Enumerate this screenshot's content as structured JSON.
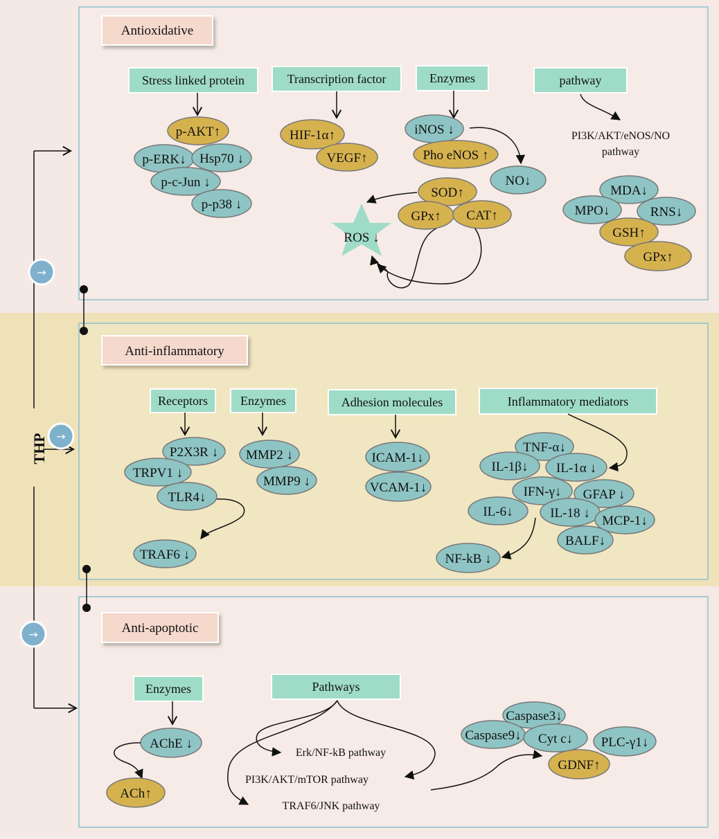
{
  "colors": {
    "teal_oval": "#8fc4c4",
    "gold_oval": "#d6b24f",
    "header_box": "#9fdcc7",
    "title_box": "#f4d9cc",
    "panel_border": "#8ebfcf",
    "inflam_band": "#efe2b8",
    "background": "#f5e9e5"
  },
  "thp_label": "THP",
  "antioxidative": {
    "title": "Antioxidative",
    "headers": {
      "stress": "Stress linked protein",
      "transcription": "Transcription factor",
      "enzymes": "Enzymes",
      "pathway": "pathway"
    },
    "nodes": {
      "pakt": "p-AKT↑",
      "perk": "p-ERK↓",
      "hsp70": "Hsp70 ↓",
      "pcjun": "p-c-Jun ↓",
      "pp38": "p-p38 ↓",
      "hif": "HIF-1α↑",
      "vegf": "VEGF↑",
      "inos": "iNOS ↓",
      "phoenos": "Pho eNOS ↑",
      "no": "NO↓",
      "sod": "SOD↑",
      "gpx": "GPx↑",
      "cat": "CAT↑",
      "ros": "ROS ↓",
      "mda": "MDA↓",
      "mpo": "MPO↓",
      "rns": "RNS↓",
      "gsh": "GSH↑",
      "gpx2": "GPx↑"
    },
    "pathway_line1": "PI3K/AKT/eNOS/NO",
    "pathway_line2": "pathway"
  },
  "antiinflammatory": {
    "title": "Anti-inflammatory",
    "headers": {
      "receptors": "Receptors",
      "enzymes": "Enzymes",
      "adhesion": "Adhesion molecules",
      "mediators": "Inflammatory mediators"
    },
    "nodes": {
      "p2x3r": "P2X3R ↓",
      "trpv1": "TRPV1 ↓",
      "tlr4": "TLR4↓",
      "traf6": "TRAF6 ↓",
      "mmp2": "MMP2 ↓",
      "mmp9": "MMP9 ↓",
      "icam": "ICAM-1↓",
      "vcam": "VCAM-1↓",
      "tnfa": "TNF-α↓",
      "il1b": "IL-1β↓",
      "il1a": "IL-1α ↓",
      "ifng": "IFN-γ↓",
      "gfap": "GFAP ↓",
      "il6": "IL-6↓",
      "il18": "IL-18 ↓",
      "mcp1": "MCP-1↓",
      "balf": "BALF↓",
      "nfkb": "NF-kB ↓"
    }
  },
  "antiapoptotic": {
    "title": "Anti-apoptotic",
    "headers": {
      "enzymes": "Enzymes",
      "pathways": "Pathways"
    },
    "nodes": {
      "ache": "AChE ↓",
      "ach": "ACh↑",
      "casp3": "Caspase3↓",
      "casp9": "Caspase9↓",
      "cytc": "Cyt c↓",
      "plc": "PLC-γ1↓",
      "gdnf": "GDNF↑"
    },
    "pathways": {
      "erk": "Erk/NF-kB pathway",
      "pi3k": "PI3K/AKT/mTOR pathway",
      "traf6jnk": "TRAF6/JNK pathway"
    }
  }
}
